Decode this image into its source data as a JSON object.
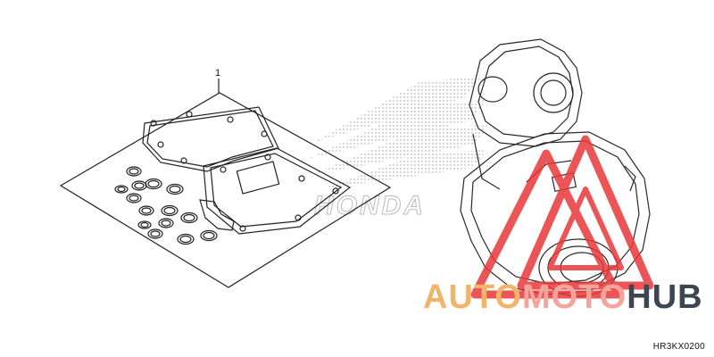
{
  "diagram": {
    "callout_number": "1",
    "diagram_code": "HR3KX0200",
    "background_logo_text": "HONDA"
  },
  "watermark": {
    "part_auto": "AUTO",
    "part_moto": "MOTO",
    "part_hub": "HUB",
    "color_auto": "#f2b468",
    "color_moto": "#f4a49a",
    "color_hub": "#3d4650",
    "triangle_color": "#e8383a"
  },
  "icons": {
    "gasket_kit": "gasket-kit-icon",
    "engine": "engine-icon",
    "wing_logo": "honda-wing-logo-icon",
    "warning_triangle": "warning-triangle-icon"
  }
}
